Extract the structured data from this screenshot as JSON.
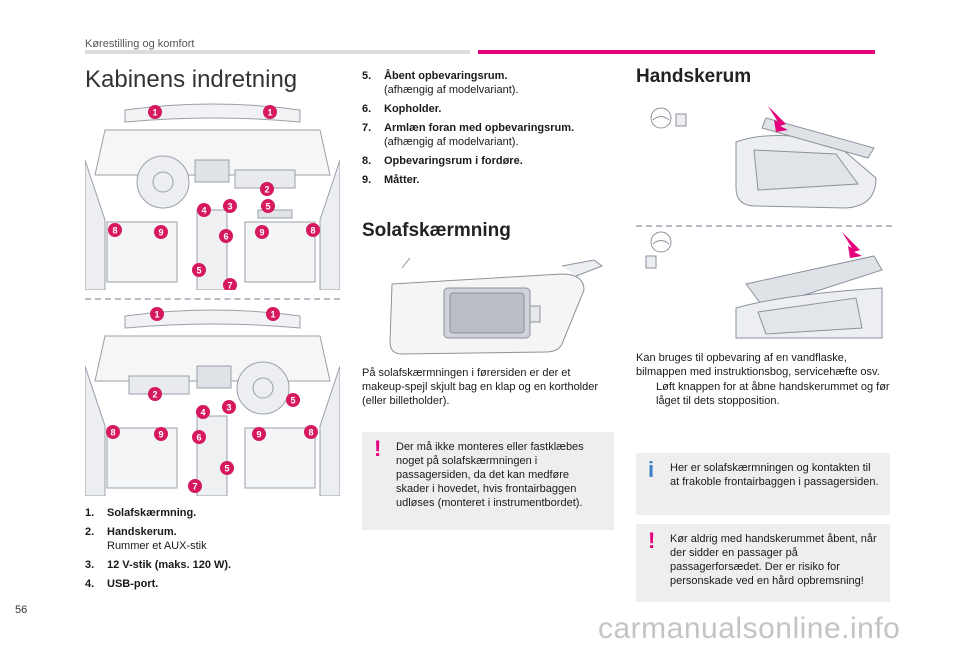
{
  "header": {
    "section": "Kørestilling og komfort"
  },
  "page_number": "56",
  "watermark": "carmanualsonline.info",
  "column1": {
    "title": "Kabinens indretning",
    "callouts_top": [
      "1",
      "1",
      "2",
      "4",
      "3",
      "5",
      "8",
      "9",
      "6",
      "9",
      "8",
      "5",
      "7"
    ],
    "callouts_bottom": [
      "1",
      "1",
      "2",
      "4",
      "3",
      "5",
      "8",
      "9",
      "6",
      "9",
      "8",
      "5",
      "7"
    ],
    "items": [
      {
        "num": "1.",
        "title": "Solafskærmning.",
        "sub": ""
      },
      {
        "num": "2.",
        "title": "Handskerum.",
        "sub": "Rummer et AUX-stik"
      },
      {
        "num": "3.",
        "title": "12 V-stik (maks. 120 W).",
        "sub": ""
      },
      {
        "num": "4.",
        "title": "USB-port.",
        "sub": ""
      }
    ]
  },
  "column2": {
    "items": [
      {
        "num": "5.",
        "title": "Åbent opbevaringsrum.",
        "sub": "(afhængig af modelvariant)."
      },
      {
        "num": "6.",
        "title": "Kopholder.",
        "sub": ""
      },
      {
        "num": "7.",
        "title": "Armlæn foran med opbevaringsrum.",
        "sub": "(afhængig af modelvariant)."
      },
      {
        "num": "8.",
        "title": "Opbevaringsrum i fordøre.",
        "sub": ""
      },
      {
        "num": "9.",
        "title": "Måtter.",
        "sub": ""
      }
    ],
    "visor_heading": "Solafskærmning",
    "visor_text": "På solafskærmningen i førersiden er der et makeup-spejl skjult bag en klap og en kortholder (eller billetholder).",
    "visor_warning": "Der må ikke monteres eller fastklæbes noget på solafskærmningen i passagersiden, da det kan medføre skader i hovedet, hvis frontairbaggen udløses (monteret i instrumentbordet).",
    "warn_symbol": "!"
  },
  "column3": {
    "heading": "Handskerum",
    "text": "Kan bruges til opbevaring af en vandflaske, bilmappen med instruktionsbog, servicehæfte osv.",
    "bullet_symbol": "",
    "bullet": "Løft knappen for at åbne handskerummet og før låget til dets stopposition.",
    "info_symbol": "i",
    "info_note": "Her er solafskærmningen og kontakten til at frakoble frontairbaggen i passagersiden.",
    "warn_symbol": "!",
    "warning": "Kør aldrig med handskerummet åbent, når der sidder en passager på passagerforsædet. Der er risiko for personskade ved en hård opbremsning!"
  },
  "colors": {
    "accent": "#e5007e",
    "info": "#3b82c4",
    "notice_bg": "#eeeeee",
    "callout": "#d6195e"
  }
}
